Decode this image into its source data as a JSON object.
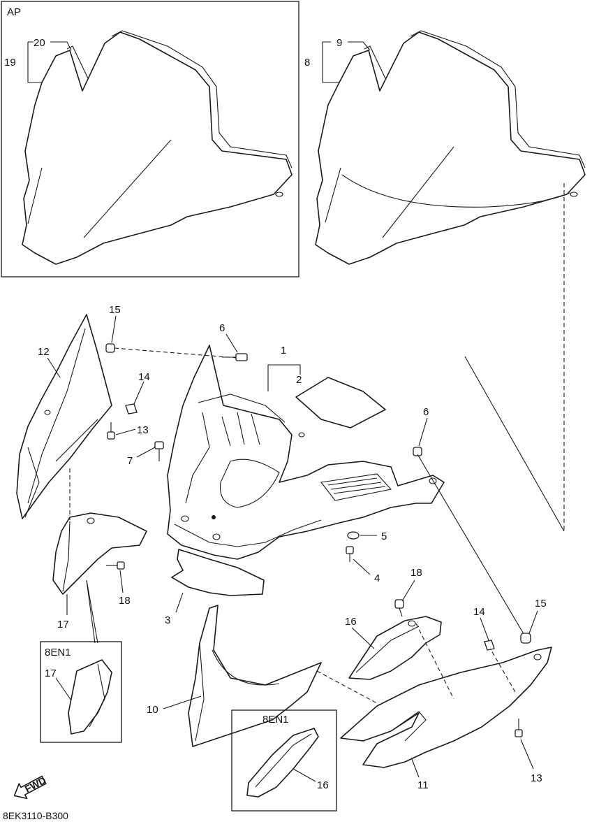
{
  "diagram": {
    "section_label": "AP",
    "subassembly_label_left": "8EN1",
    "subassembly_label_right": "8EN1",
    "fwd_label": "FWD",
    "reference_code": "8EK3110-B300",
    "callouts": {
      "p1": "1",
      "p2": "2",
      "p3": "3",
      "p4": "4",
      "p5": "5",
      "p6a": "6",
      "p6b": "6",
      "p7": "7",
      "p8": "8",
      "p9": "9",
      "p10": "10",
      "p11": "11",
      "p12": "12",
      "p13a": "13",
      "p13b": "13",
      "p14a": "14",
      "p14b": "14",
      "p15a": "15",
      "p15b": "15",
      "p16a": "16",
      "p16b": "16",
      "p17a": "17",
      "p17b": "17",
      "p18a": "18",
      "p18b": "18",
      "p19": "19",
      "p20": "20"
    }
  }
}
